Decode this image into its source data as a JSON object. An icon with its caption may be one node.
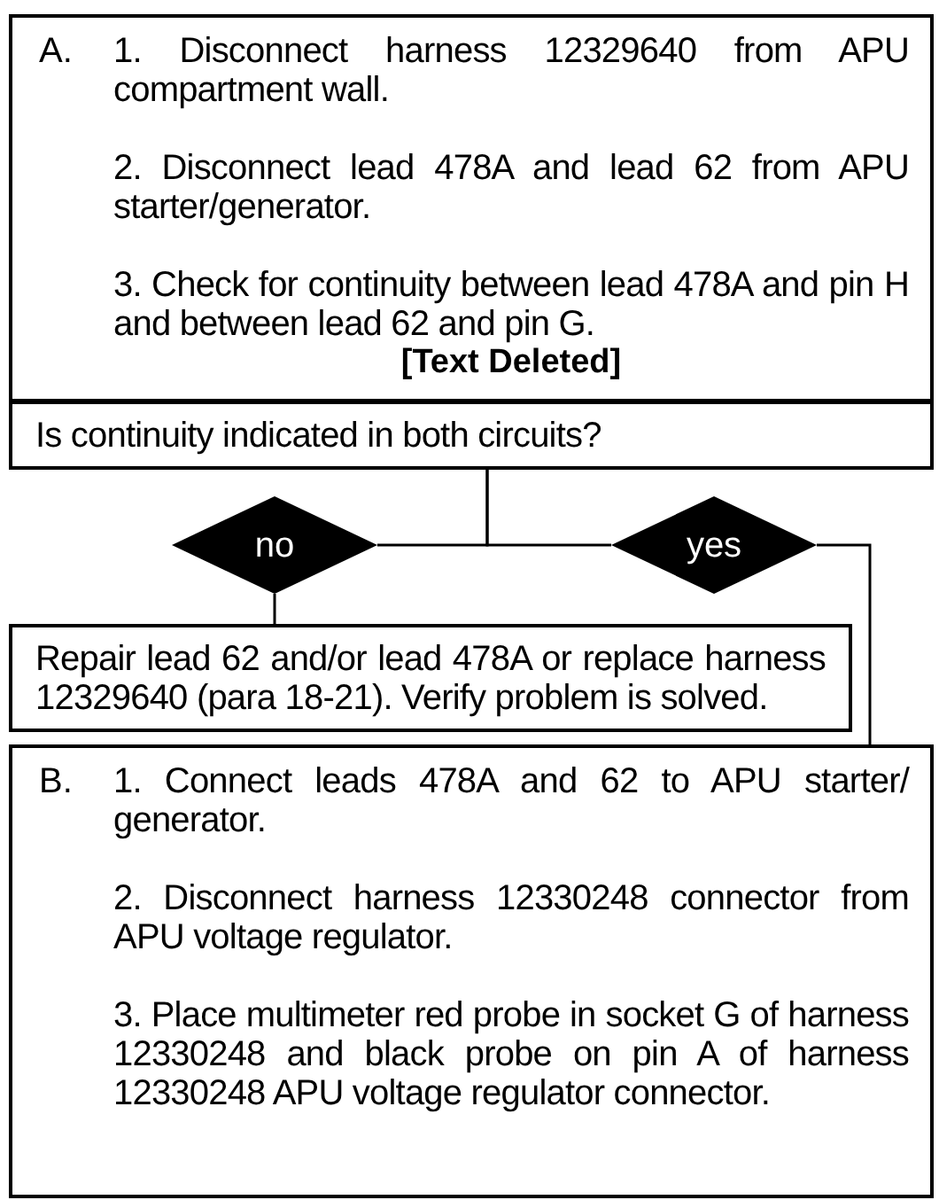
{
  "diagram": {
    "nodes": [
      {
        "text": [
          "A.",
          "1. Disconnect harness 12329640 from APU compartment wall.",
          "2. Disconnect lead 478A and lead 62 from APU starter/generator.",
          "3. Check for continuity between lead 478A and pin H and between lead 62 and pin G.",
          "[Text Deleted]"
        ]
      },
      {
        "text": [
          "Is continuity indicated in both circuits?"
        ]
      },
      {
        "text": [
          "no"
        ]
      },
      {
        "text": [
          "yes"
        ]
      },
      {
        "text": [
          "Repair lead 62 and/or lead 478A or replace harness 12329640 (para 18-21). Verify problem is solved."
        ]
      },
      {
        "text": [
          "B.",
          "1. Connect leads 478A and 62 to APU starter/ generator.",
          "2. Disconnect harness 12330248 connector from APU voltage regulator.",
          "3. Place multimeter red probe in socket G of harness 12330248 and black probe on pin A of harness 12330248 APU voltage regulator connector."
        ]
      }
    ],
    "edges": [
      {
        "from": 1,
        "to": 2,
        "arrow": "none"
      },
      {
        "from": 1,
        "to": 3,
        "arrow": "none"
      },
      {
        "from": 2,
        "to": 4,
        "arrow": "none"
      },
      {
        "from": 3,
        "to": 5,
        "arrow": "none"
      }
    ]
  }
}
